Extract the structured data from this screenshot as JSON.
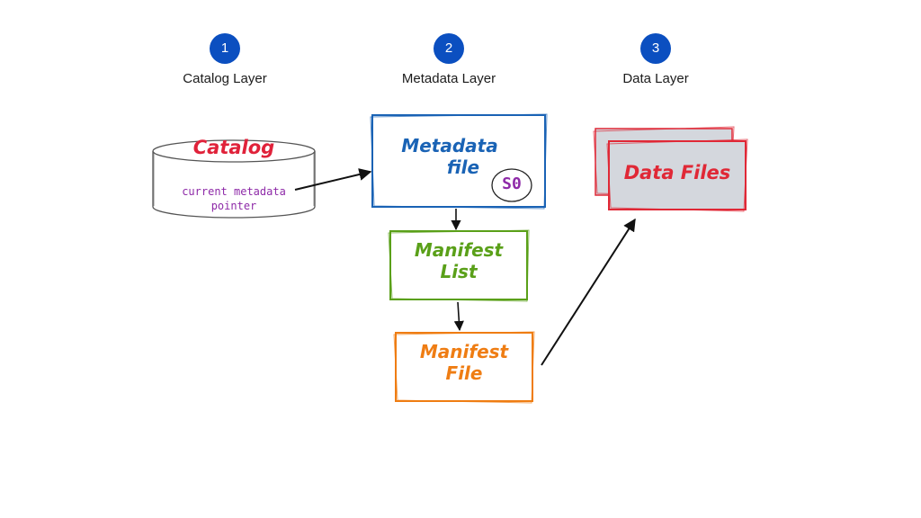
{
  "layers": [
    {
      "number": "1",
      "label": "Catalog Layer"
    },
    {
      "number": "2",
      "label": "Metadata Layer"
    },
    {
      "number": "3",
      "label": "Data Layer"
    }
  ],
  "catalog": {
    "title": "Catalog",
    "pointer_line1": "current metadata",
    "pointer_line2": "pointer"
  },
  "metadata_file": {
    "line1": "Metadata",
    "line2": "file",
    "snapshot": "S0"
  },
  "manifest_list": {
    "line1": "Manifest",
    "line2": "List"
  },
  "manifest_file": {
    "line1": "Manifest",
    "line2": "File"
  },
  "data_files": {
    "label": "Data Files"
  },
  "colors": {
    "badge": "#0b4fc0",
    "catalog_title": "#e0223a",
    "pointer_text": "#8e2aa8",
    "metadata": "#1a63b5",
    "manifest_list": "#5aa019",
    "manifest_file": "#ef7d13",
    "data_files": "#e02836",
    "data_files_fill": "#d4d7dd"
  }
}
